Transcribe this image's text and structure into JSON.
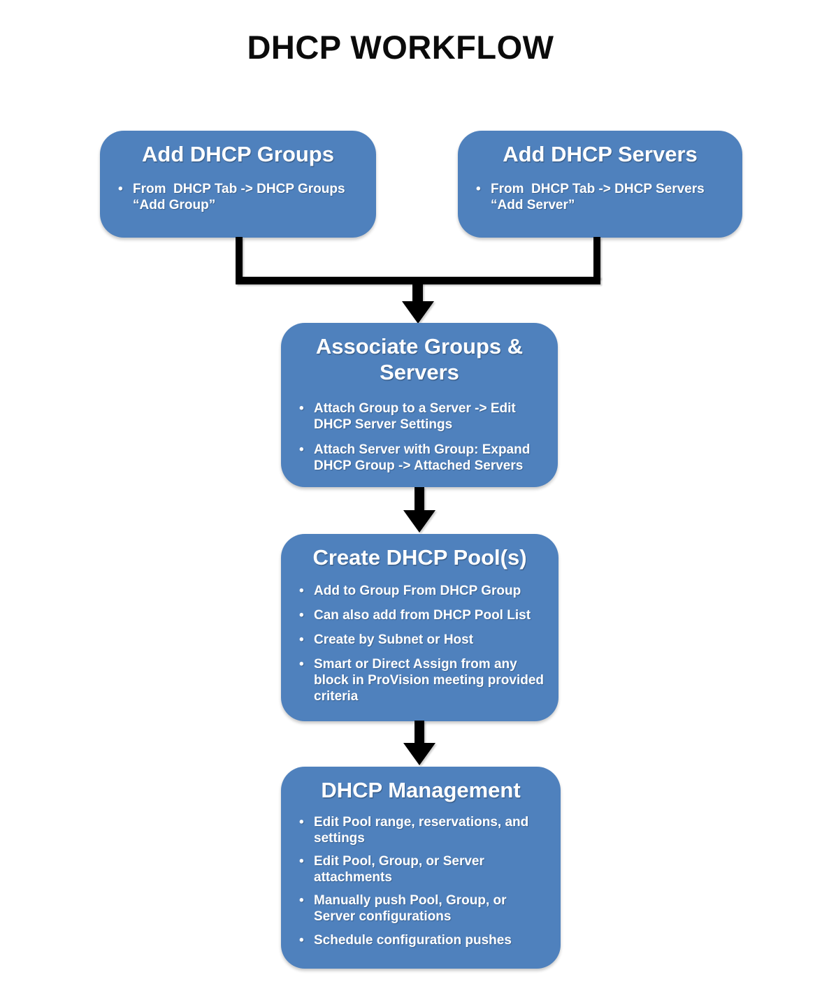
{
  "title": "DHCP WORKFLOW",
  "theme": {
    "box_fill": "#4f81bd",
    "box_text": "#ffffff",
    "connector_color": "#000000",
    "background": "#ffffff",
    "bullet_char": "•"
  },
  "boxes": [
    {
      "id": "add-dhcp-groups",
      "heading": "Add DHCP Groups",
      "bullets": [
        "From  DHCP Tab -> DHCP Groups “Add Group”"
      ]
    },
    {
      "id": "add-dhcp-servers",
      "heading": "Add DHCP Servers",
      "bullets": [
        "From  DHCP Tab -> DHCP Servers “Add Server”"
      ]
    },
    {
      "id": "associate-groups-servers",
      "heading": "Associate Groups & Servers",
      "bullets": [
        "Attach Group to a Server -> Edit DHCP Server Settings",
        "Attach Server with Group: Expand DHCP Group -> Attached Servers"
      ]
    },
    {
      "id": "create-dhcp-pools",
      "heading": "Create DHCP Pool(s)",
      "bullets": [
        "Add to Group From DHCP Group",
        "Can also add from DHCP Pool List",
        "Create by Subnet or Host",
        "Smart or Direct Assign from any block in ProVision meeting provided criteria"
      ]
    },
    {
      "id": "dhcp-management",
      "heading": "DHCP Management",
      "bullets": [
        "Edit Pool range, reservations, and settings",
        "Edit Pool, Group, or Server attachments",
        "Manually push Pool, Group, or Server configurations",
        "Schedule configuration pushes"
      ]
    }
  ],
  "edges": [
    {
      "from": [
        "add-dhcp-groups",
        "add-dhcp-servers"
      ],
      "to": "associate-groups-servers",
      "type": "merge-arrow"
    },
    {
      "from": [
        "associate-groups-servers"
      ],
      "to": "create-dhcp-pools",
      "type": "arrow"
    },
    {
      "from": [
        "create-dhcp-pools"
      ],
      "to": "dhcp-management",
      "type": "arrow"
    }
  ]
}
